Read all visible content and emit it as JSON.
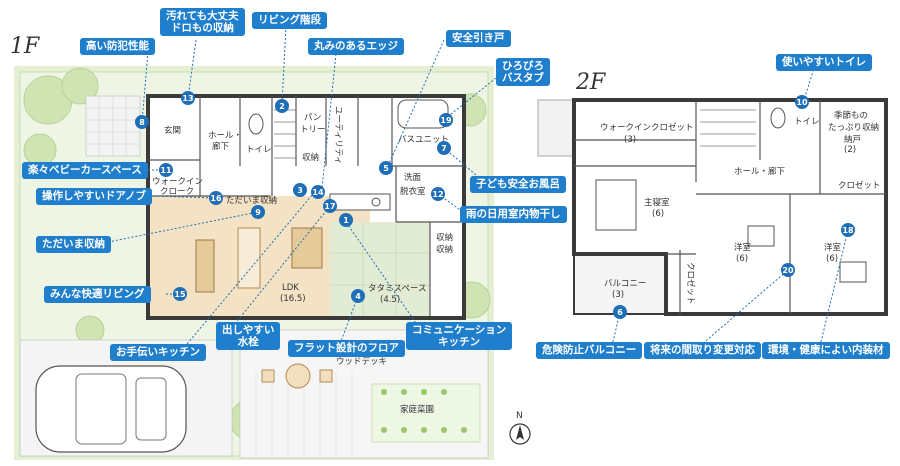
{
  "floors": {
    "first": "1F",
    "second": "2F"
  },
  "rooms_1f": {
    "entrance": "玄関",
    "hall_line1": "ホール・",
    "hall_line2": "廊下",
    "toilet": "トイレ",
    "pantry_line1": "パン",
    "pantry_line2": "トリー",
    "utility": "ユーティリティ",
    "storage": "収納",
    "bath": "バスユニット",
    "wash_line1": "洗面",
    "wash_line2": "脱衣室",
    "walkin_line1": "ウォークイン",
    "walkin_line2": "クローク",
    "tadaima_storage": "ただいま収納",
    "storage2": "収納",
    "storage3": "収納",
    "ldk": "LDK",
    "ldk_size": "(16.5)",
    "tatami": "タタミスペース",
    "tatami_size": "(4.5)",
    "wood_deck": "ウッドデッキ",
    "garden": "家庭菜園"
  },
  "rooms_2f": {
    "walkin_closet": "ウォークインクロゼット",
    "walkin_size": "(3)",
    "master": "主寝室",
    "master_size": "(6)",
    "hall": "ホール・廊下",
    "toilet": "トイレ",
    "seasonal_line1": "季節もの",
    "seasonal_line2": "たっぷり収納",
    "nando": "納戸",
    "nando_size": "(2)",
    "closet_right": "クロゼット",
    "closet_mid": "クロゼット",
    "western1": "洋室",
    "western1_size": "(6)",
    "western2": "洋室",
    "western2_size": "(6)",
    "balcony": "バルコニー",
    "balcony_size": "(3)"
  },
  "compass": "N",
  "labels": {
    "dirt_storage_1": "汚れても大丈夫",
    "dirt_storage_2": "ドロもの収納",
    "living_stairs": "リビング階段",
    "safe_door": "安全引き戸",
    "round_edge": "丸みのあるエッジ",
    "security": "高い防犯性能",
    "bathtub_1": "ひろびろ",
    "bathtub_2": "バスタブ",
    "easy_toilet": "使いやすいトイレ",
    "stroller": "楽々ベビーカースペース",
    "door_knob": "操作しやすいドアノブ",
    "tadaima": "ただいま収納",
    "kids_bath": "子ども安全お風呂",
    "rain_dry": "雨の日用室内物干し",
    "living": "みんな快適リビング",
    "help_kitchen": "お手伝いキッチン",
    "faucet_1": "出しやすい",
    "faucet_2": "水栓",
    "flat_floor": "フラット設計のフロア",
    "comm_kitchen_1": "コミュニケーション",
    "comm_kitchen_2": "キッチン",
    "balcony_safety": "危険防止バルコニー",
    "future_layout": "将来の間取り変更対応",
    "healthy_interior": "環境・健康によい内装材"
  },
  "markers": [
    "1",
    "2",
    "3",
    "4",
    "5",
    "6",
    "7",
    "8",
    "9",
    "10",
    "11",
    "12",
    "13",
    "14",
    "15",
    "16",
    "17",
    "18",
    "19",
    "20"
  ],
  "colors": {
    "label_bg": "#1f7fcc",
    "marker": "#1f6fb8",
    "lawn": "#dcebc8",
    "floor_wood": "#f1dfbf",
    "tatami": "#dfe9d0"
  }
}
